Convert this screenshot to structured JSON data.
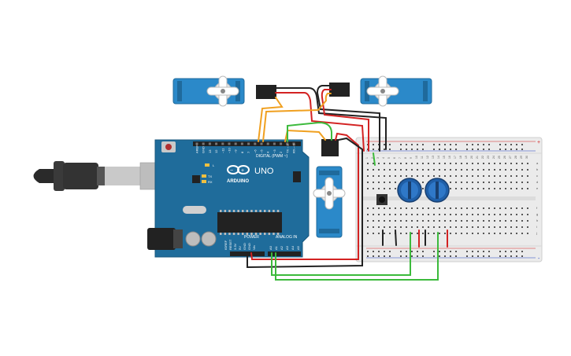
{
  "board": {
    "logo_text": "ARDUINO",
    "model": "UNO",
    "digital_label": "DIGITAL (PWM ~)",
    "power_label": "POWER",
    "analog_label": "ANALOG IN",
    "led_l": "L",
    "led_tx": "TX",
    "led_rx": "RX",
    "power_pins": [
      "IOREF",
      "RESET",
      "3.3V",
      "5V",
      "GND",
      "GND",
      "Vin"
    ],
    "analog_pins": [
      "A0",
      "A1",
      "A2",
      "A3",
      "A4",
      "A5"
    ],
    "digital_pins": [
      "AREF",
      "GND",
      "13",
      "12",
      "~11",
      "~10",
      "~9",
      "8",
      "7",
      "~6",
      "~5",
      "4",
      "~3",
      "2",
      "TX→1",
      "RX←0"
    ]
  },
  "breadboard": {
    "row_letters": [
      "a",
      "b",
      "c",
      "d",
      "e",
      "f",
      "g",
      "h",
      "i",
      "j"
    ],
    "column_numbers": [
      "1",
      "2",
      "3",
      "4",
      "5",
      "6",
      "7",
      "8",
      "9",
      "10",
      "11",
      "12",
      "13",
      "14",
      "15",
      "16",
      "17",
      "18",
      "19",
      "20",
      "21",
      "22",
      "23",
      "24",
      "25",
      "26",
      "27",
      "28",
      "29",
      "30"
    ],
    "rail_signs": [
      "+",
      "-"
    ]
  },
  "colors": {
    "arduino_blue": "#1f6c9b",
    "servo_blue": "#2b89c9",
    "breadboard": "#ebebeb",
    "wire_red": "#d32222",
    "wire_black": "#222222",
    "wire_orange": "#f0a020",
    "wire_green": "#3cba3c",
    "usb_cable": "#333333"
  },
  "icons": [
    "usb-connector-icon",
    "servo-motor-icon",
    "potentiometer-icon",
    "pushbutton-icon"
  ]
}
